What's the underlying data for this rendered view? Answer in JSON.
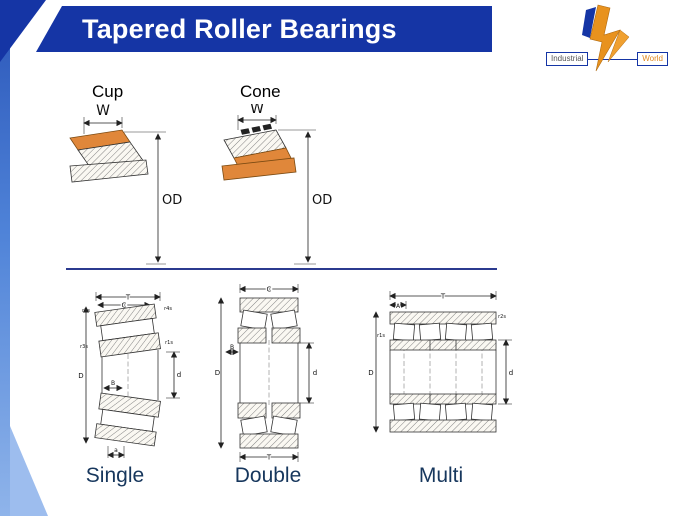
{
  "header": {
    "title": "Tapered Roller Bearings"
  },
  "logo": {
    "industrial": "Industrial",
    "world": "World"
  },
  "colors": {
    "band_blue": "#1535a5",
    "accent_orange": "#e0873a",
    "caption_navy": "#17375d"
  },
  "cup": {
    "label": "Cup",
    "w": "W",
    "od": "OD"
  },
  "cone": {
    "label": "Cone",
    "w": "W",
    "od": "OD"
  },
  "single": {
    "caption": "Single",
    "dims": {
      "T": "T",
      "C": "C",
      "B": "B",
      "a": "a",
      "D": "D",
      "d": "d",
      "r2s": "r2s",
      "r3s": "r3s",
      "r4s": "r4s",
      "r1s": "r1s"
    }
  },
  "double": {
    "caption": "Double",
    "dims": {
      "C": "C",
      "B": "B",
      "T": "T",
      "D": "D",
      "d": "d"
    }
  },
  "multi": {
    "caption": "Multi",
    "dims": {
      "T": "T",
      "A": "A",
      "D": "D",
      "d": "d",
      "r2s": "r2s",
      "r1s": "r1s"
    }
  }
}
